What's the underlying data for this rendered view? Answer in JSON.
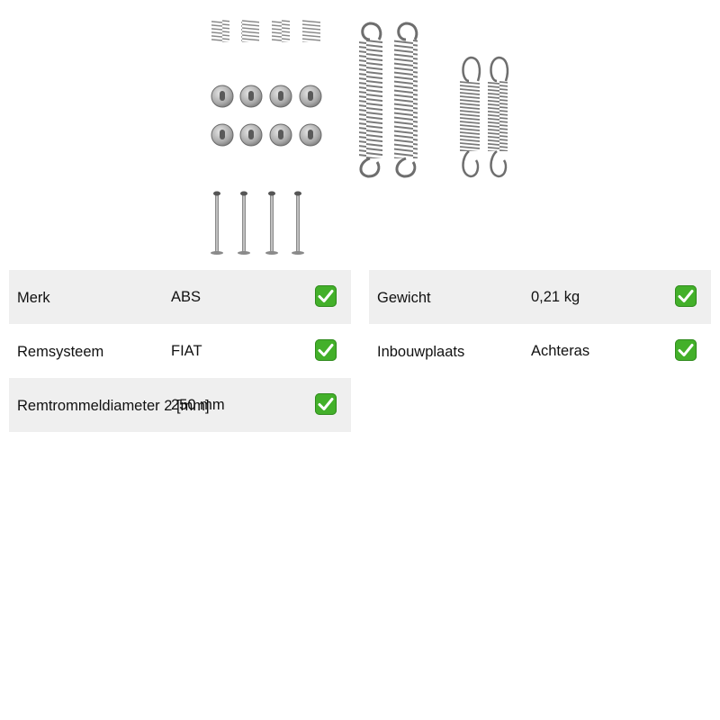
{
  "product": {
    "image_alt": "Brake shoe spring and fitting kit",
    "image_icon": "brake-spring-kit-image"
  },
  "specs_left": [
    {
      "label": "Merk",
      "value": "ABS",
      "icon": "check-icon"
    },
    {
      "label": "Remsysteem",
      "value": "FIAT",
      "icon": "check-icon"
    },
    {
      "label": "Remtrommeldiameter 2 [mm]",
      "value": "250 mm",
      "icon": "check-icon"
    }
  ],
  "specs_right": [
    {
      "label": "Gewicht",
      "value": "0,21 kg",
      "icon": "check-icon"
    },
    {
      "label": "Inbouwplaats",
      "value": "Achteras",
      "icon": "check-icon"
    }
  ],
  "colors": {
    "row_shade": "#efefef",
    "check_green": "#43b02a",
    "text": "#111111"
  }
}
